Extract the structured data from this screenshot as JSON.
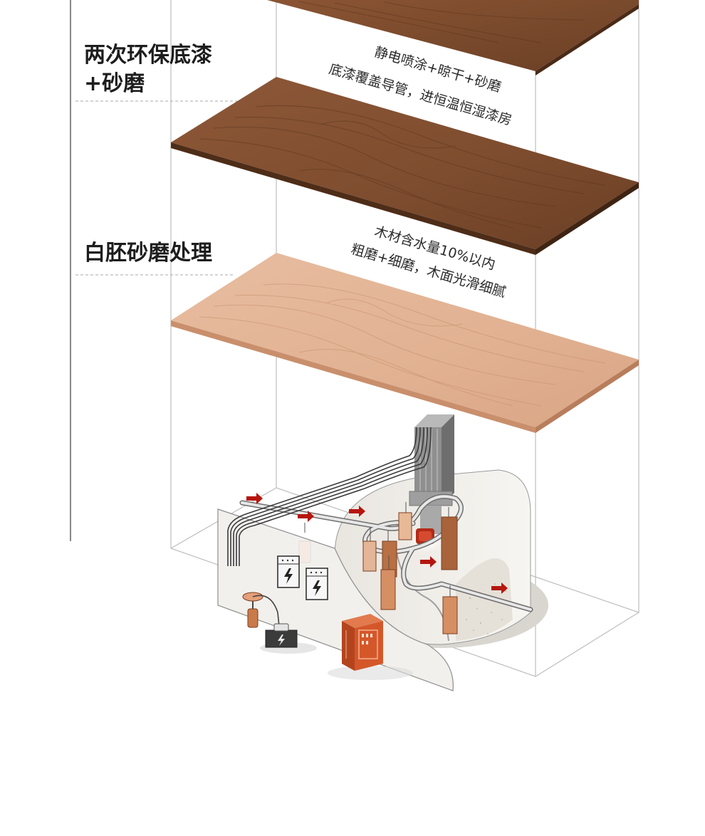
{
  "steps": [
    {
      "title_lines": [
        "两次环保底漆",
        "+砂磨"
      ],
      "notes": [
        "静电喷涂+晾干+砂磨",
        "底漆覆盖导管，进恒温恒湿漆房"
      ]
    },
    {
      "title_lines": [
        "白胚砂磨处理"
      ],
      "notes": [
        "木材含水量10%以内",
        "粗磨+细磨，木面光滑细腻"
      ]
    }
  ],
  "colors": {
    "primer_board": "#7a4a2c",
    "raw_board": "#e4b597",
    "arrow": "#b5160f",
    "cabinet": "#d4572a",
    "frame_line": "#b9b9b9"
  }
}
